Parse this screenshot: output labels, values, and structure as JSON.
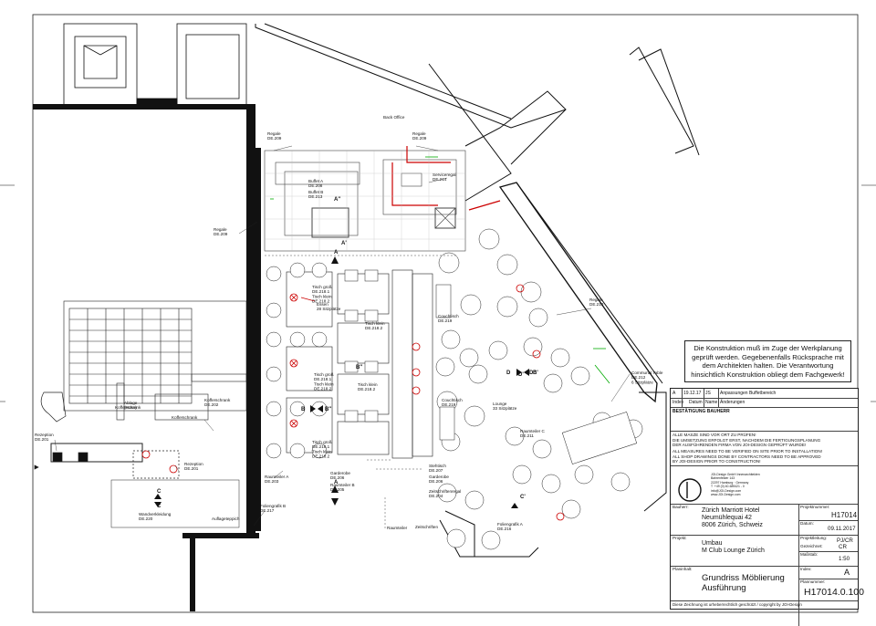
{
  "rooms": [
    {
      "id": "back_office",
      "text": "Back Office"
    },
    {
      "id": "regale_top",
      "text": "Regale\nDE.209"
    },
    {
      "id": "regale_top2",
      "text": "Regale\nDE.209"
    },
    {
      "id": "serviceregal",
      "text": "Serviceregal\nDE.214"
    },
    {
      "id": "buffet_a",
      "text": "Buffet A\nDE.208"
    },
    {
      "id": "buffet_b",
      "text": "Buffet B\nDE.213"
    },
    {
      "id": "regale_left",
      "text": "Regale\nDE.209"
    },
    {
      "id": "tisch_gross_1",
      "text": "Tisch groß\nDE.218.1\nTisch klein\nDE.218.2"
    },
    {
      "id": "essen",
      "text": "Essen\n28 Sitzplätze"
    },
    {
      "id": "tisch_klein_1",
      "text": "Tisch klein\nDE.218.2"
    },
    {
      "id": "tisch_gross_2",
      "text": "Tisch groß\nDE.218.1\nTisch klein\nDE.218.2"
    },
    {
      "id": "tisch_klein_2",
      "text": "Tisch klein\nDE.218.2"
    },
    {
      "id": "tisch_gross_3",
      "text": "Tisch groß\nDE.218.1\nTisch klein\nDE.218.2"
    },
    {
      "id": "couchtisch_1",
      "text": "Couchtisch\nDE.219"
    },
    {
      "id": "couchtisch_2",
      "text": "Couchtisch\nDE.219"
    },
    {
      "id": "lounge",
      "text": "Lounge\n33 Sitzplätze"
    },
    {
      "id": "raumteiler_c",
      "text": "Raumteiler C\nDE.211"
    },
    {
      "id": "regale_right",
      "text": "Regale\nDE.210"
    },
    {
      "id": "communal_table",
      "text": "Communal Table\nDE.212\n6 Sitzplätze"
    },
    {
      "id": "ablage",
      "text": "Ablage\n(Hose)"
    },
    {
      "id": "kofferschrank_1",
      "text": "Kofferschrank"
    },
    {
      "id": "kofferschrank_2",
      "text": "Kofferschrank\nDE.202"
    },
    {
      "id": "kofferschrank_3",
      "text": "Kofferschrank"
    },
    {
      "id": "rezeption_1",
      "text": "Rezeption\nDE.201"
    },
    {
      "id": "rezeption_2",
      "text": "Rezeption\nDE.201"
    },
    {
      "id": "raumteiler_a",
      "text": "Raumteiler A\nDE.203"
    },
    {
      "id": "garderobe_1",
      "text": "Garderobe\nDE.206"
    },
    {
      "id": "raumteiler_b",
      "text": "Raumteiler B\nDE.205"
    },
    {
      "id": "stehtisch",
      "text": "Stehtisch\nDE.207"
    },
    {
      "id": "garderobe_2",
      "text": "Garderobe\nDE.206"
    },
    {
      "id": "zeitschriften",
      "text": "Zeitschriftenregal\nDE.204"
    },
    {
      "id": "wandverkleidung",
      "text": "Wandverkleidung\nDE.220"
    },
    {
      "id": "foliengrafik_b",
      "text": "Foliengrafik B\nDE.217"
    },
    {
      "id": "auflageteppich",
      "text": "Auflageteppich"
    },
    {
      "id": "foliengrafik_a",
      "text": "Foliengrafik A\nDE.216"
    },
    {
      "id": "zeitschriften_2",
      "text": "Zeitschriften"
    },
    {
      "id": "raumteiler_d",
      "text": "Raumteiler"
    }
  ],
  "section_marks": [
    "A",
    "A",
    "A'",
    "A''",
    "B",
    "B''",
    "B'",
    "C",
    "C",
    "C'",
    "D",
    "D'",
    "D''",
    "B''"
  ],
  "construction_note": "Die Konstruktion muß im Zuge der Werkplanung geprüft werden. Gegebenenfalls Rücksprache mit dem Architekten halten. Die Verantwortung hinsichtlich Konstruktion obliegt dem Fachgewerk!",
  "title_block": {
    "rev_index": "A",
    "rev_date": "19.12.17",
    "rev_by": "JS",
    "rev_change": "Anpassungen Buffetbereich",
    "head_index": "Index",
    "head_date": "Datum",
    "head_name": "Name",
    "head_change": "Änderungen",
    "approval": "BESTÄTIGUNG BAUHERR",
    "disclaimer_de": "ALLE MASZE SIND VOR ORT ZU PRÜFEN!\nDIE UMSETZUNG ERFOLGT ERST, NACHDEM DIE FERTIGUNGSPLANUNG\nDER AUSFÜHRENDEN FIRMA VON JOI-DESIGN GEPRÜFT WURDE!",
    "disclaimer_en": "ALL MEASURES NEED TO BE VERIFIED ON SITE PRIOR TO INSTALLATION!\nALL SHOP DRAWINGS DONE BY CONTRACTORS NEED TO BE APPROVED\nBY JOI-DESIGN PRIOR TO CONSTRUCTION!",
    "firm": "JOI-Design GmbH Innenarchitekten\nBahrenfelder 143\n22297 Hamburg · Germany\nT  +49 (0) 40-689421 - 0\ninfo@JOI-Design.com\nwww.JOI-Design.com",
    "bauherr_label": "Bauherr:",
    "bauherr_value": "Zürich Marriott Hotel\nNeumühlequai 42\n8006 Zürich, Schweiz",
    "projektnummer_label": "Projektnummer:",
    "projektnummer_value": "H17014",
    "datum_label": "Datum:",
    "datum_value": "09.11.2017",
    "projekt_label": "Projekt:",
    "projekt_value": "Umbau\nM Club Lounge Zürich",
    "projektleitung_label": "Projektleitung:",
    "gezeichnet_label": "Gezeichnet:",
    "projektleitung_value": "PJ/CR",
    "gezeichnet_value": "CR",
    "massstab_label": "Maßstab:",
    "massstab_value": "1:50",
    "planinhalt_label": "Planinhalt:",
    "planinhalt_value": "Grundriss Möblierung\nAusführung",
    "index_label": "Index:",
    "index_value": "A",
    "plannummer_label": "Plannummer:",
    "plannummer_value": "H17014.0.100",
    "footer": "Diese Zeichnung ist urheberrechtlich geschützt / copyright by JOI-Design"
  }
}
